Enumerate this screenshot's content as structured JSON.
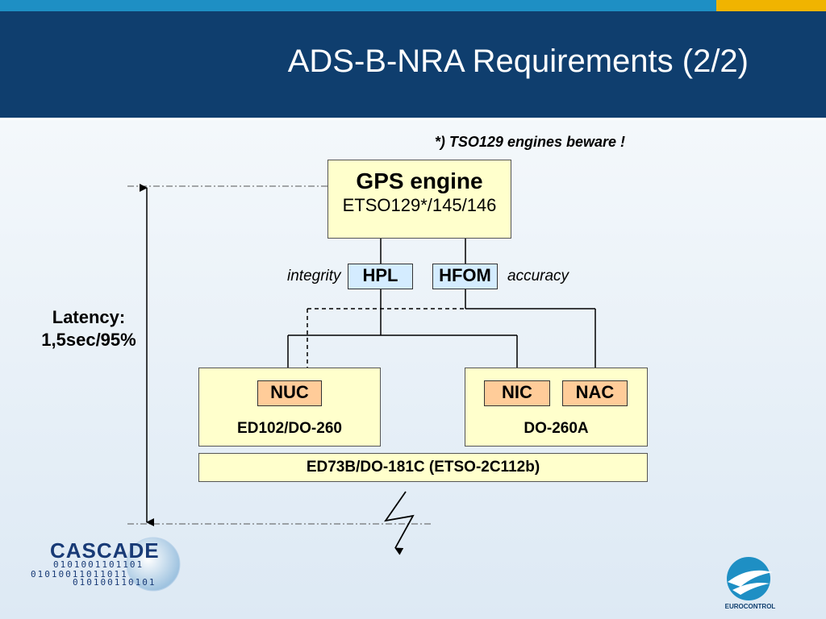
{
  "slide": {
    "title": "ADS-B-NRA Requirements (2/2)",
    "note": "*) TSO129 engines beware !"
  },
  "diagram": {
    "gps_engine": {
      "title": "GPS engine",
      "subtitle": "ETSO129*/145/146"
    },
    "hpl": "HPL",
    "hfom": "HFOM",
    "integrity_label": "integrity",
    "accuracy_label": "accuracy",
    "latency": {
      "line1": "Latency:",
      "line2": "1,5sec/95%"
    },
    "left_box": {
      "tag": "NUC",
      "label": "ED102/DO-260"
    },
    "right_box": {
      "tags": [
        "NIC",
        "NAC"
      ],
      "label": "DO-260A"
    },
    "bottom_box": "ED73B/DO-181C (ETSO-2C112b)"
  },
  "logos": {
    "cascade": "CASCADE",
    "cascade_bits": [
      "0101001101101",
      "01010011011011",
      "010100110101"
    ],
    "eurocontrol": "EUROCONTROL"
  },
  "colors": {
    "header": "#0f3e6e",
    "accent_blue": "#1e8fc4",
    "accent_gold": "#f0b400",
    "box_fill": "#ffffcc",
    "tag_blue": "#d4ecff",
    "tag_orange": "#ffcc99"
  },
  "icons": {
    "lightning": "lightning-bolt-icon"
  }
}
